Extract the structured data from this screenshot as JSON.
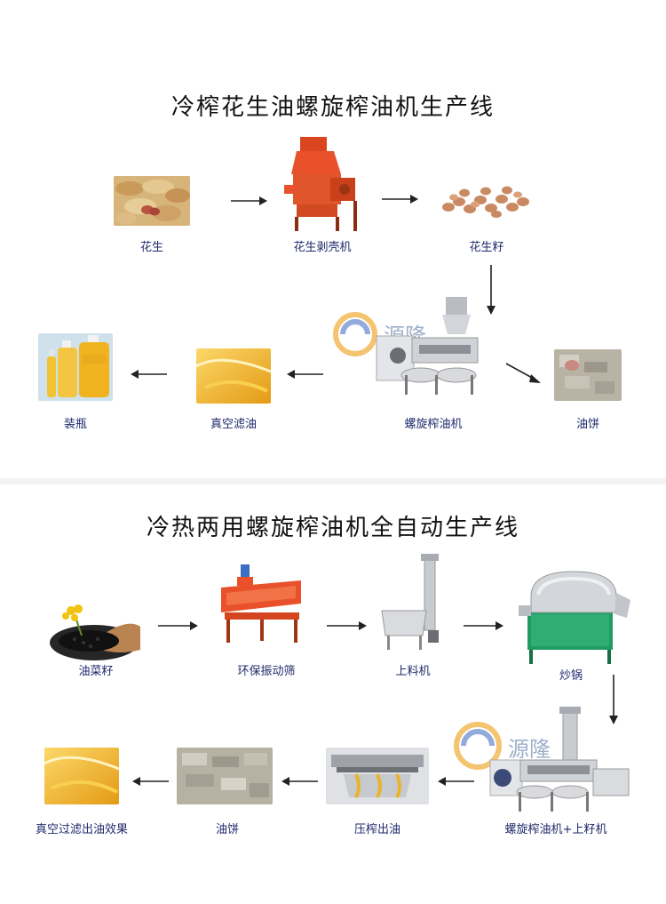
{
  "section1": {
    "title": "冷榨花生油螺旋榨油机生产线",
    "labels": {
      "peanut": "花生",
      "sheller": "花生剥壳机",
      "kernel": "花生籽",
      "press": "螺旋榨油机",
      "cake": "油饼",
      "filter": "真空滤油",
      "bottle": "装瓶"
    },
    "watermark": "源隆"
  },
  "section2": {
    "title": "冷热两用螺旋榨油机全自动生产线",
    "labels": {
      "rapeseed": "油菜籽",
      "screen": "环保振动筛",
      "loader": "上料机",
      "roaster": "炒锅",
      "press_loader": "螺旋榨油机+上籽机",
      "pressing": "压榨出油",
      "cake": "油饼",
      "result": "真空过滤出油效果"
    },
    "watermark": "源隆"
  },
  "colors": {
    "label": "#1f2a6b",
    "title": "#111111",
    "arrow": "#222222",
    "machine_orange": "#e8512a",
    "oil_gold": "#f0b21f",
    "roaster_green": "#1f9b63"
  }
}
